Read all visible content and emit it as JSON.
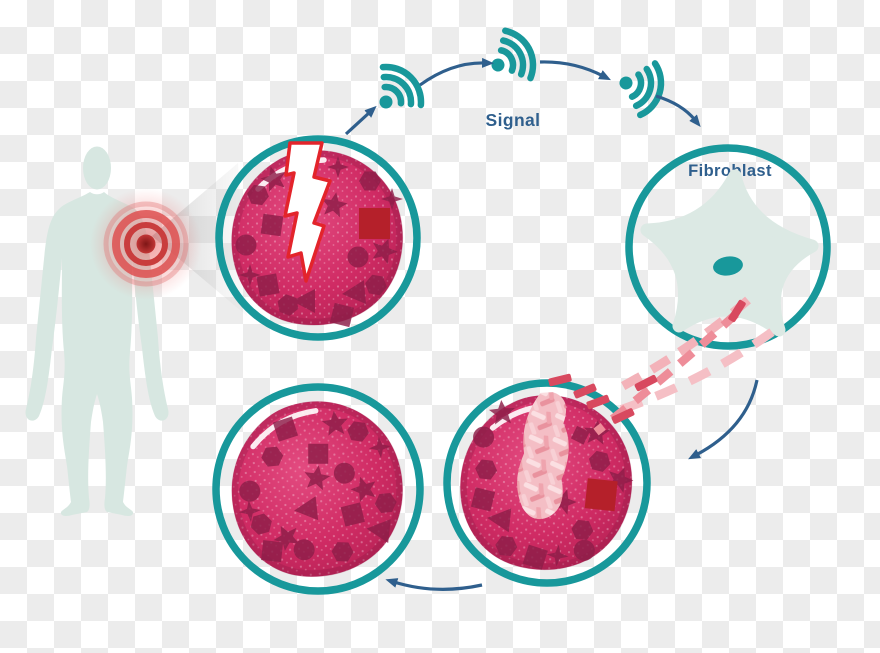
{
  "labels": {
    "signal": "Signal",
    "fibroblast": "Fibroblast"
  },
  "colors": {
    "teal": "#18989B",
    "navy": "#2F5F8D",
    "body_fill": "#D7E7E1",
    "cell_fill": "#DCE9E4",
    "tissue_pink": "#D02B64",
    "tissue_shape_maroon": "#8E1E49",
    "accent_red_square": "#B5202A",
    "crack_outline_red": "#E3242B",
    "fiber_light_pink": "#F3B2B9",
    "fiber_mid_pink": "#EE8D99",
    "fiber_red": "#D8495F",
    "pain_red": "#D64444",
    "checker_gray": "#ECECEC",
    "background": "#FFFFFF"
  },
  "icons": {
    "signal_wave": "wifi-arcs-icon",
    "flow_arrow": "curved-arrow-icon",
    "pain_marker": "radiating-pain-target-icon",
    "zoom_cone": "magnifier-cone",
    "crack": "lightning-crack-icon"
  },
  "figure": {
    "human": "human-body-silhouette",
    "step_damaged": "damaged-tissue-circle",
    "step_signal": "signal-transmission",
    "step_fibroblast": "fibroblast-cell-circle",
    "step_deposit": "fibers-filling-wound-circle",
    "step_healed": "healed-tissue-circle"
  }
}
